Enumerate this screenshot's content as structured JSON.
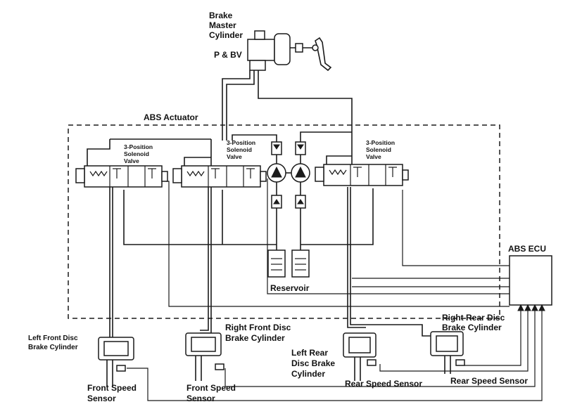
{
  "labels": {
    "brake_master_cylinder": [
      "Brake",
      "Master",
      "Cylinder"
    ],
    "pbv": "P & BV",
    "abs_actuator": "ABS Actuator",
    "solenoid_valve": [
      "3-Position",
      "Solenoid",
      "Valve"
    ],
    "abs_ecu": "ABS ECU",
    "reservoir": "Reservoir",
    "left_front_disc": [
      "Left Front Disc",
      "Brake Cylinder"
    ],
    "right_front_disc": [
      "Right Front Disc",
      "Brake Cylinder"
    ],
    "left_rear_disc": [
      "Left Rear",
      "Disc Brake",
      "Cylinder"
    ],
    "right_rear_disc": [
      "Right Rear Disc",
      "Brake Cylinder"
    ],
    "front_speed_sensor": [
      "Front Speed",
      "Sensor"
    ],
    "rear_speed_sensor": "Rear Speed Sensor"
  }
}
